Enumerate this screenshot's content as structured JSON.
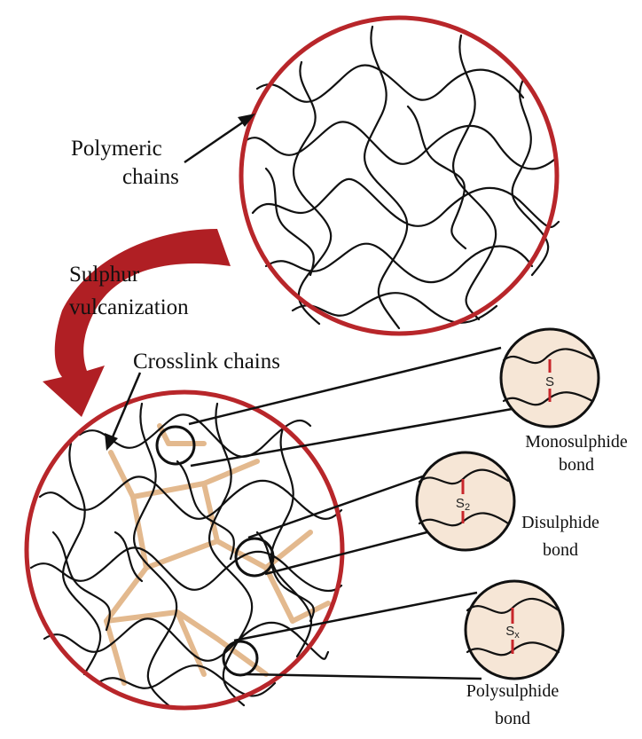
{
  "labels": {
    "polymeric": [
      "Polymeric",
      "chains"
    ],
    "vulcanization": [
      "Sulphur",
      "vulcanization"
    ],
    "crosslink": "Crosslink chains"
  },
  "bonds": [
    {
      "name": [
        "Monosulphide",
        "bond"
      ],
      "symbol": "S",
      "subscript": ""
    },
    {
      "name": [
        "Disulphide",
        "bond"
      ],
      "symbol": "S",
      "subscript": "2"
    },
    {
      "name": [
        "Polysulphide",
        "bond"
      ],
      "symbol": "S",
      "subscript": "x"
    }
  ],
  "colors": {
    "circle_border": "#b8262a",
    "arrow": "#b01f24",
    "crosslink": "#e3b98e",
    "bond_fill": "#f6e6d6",
    "sulphur_bond": "#c8262b",
    "chain": "#111111"
  }
}
